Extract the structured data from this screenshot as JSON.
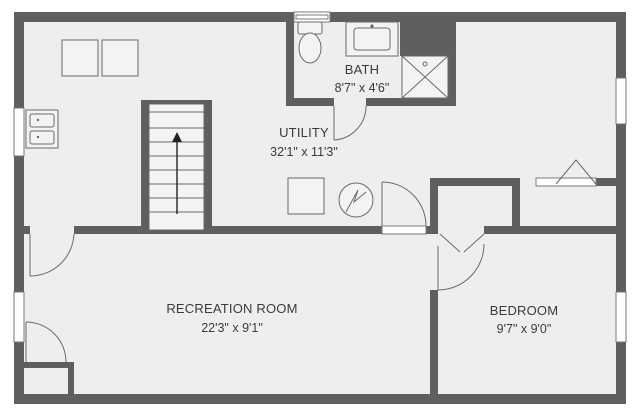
{
  "rooms": {
    "bath": {
      "label": "BATH",
      "dims": "8'7\" x 4'6\""
    },
    "utility": {
      "label": "UTILITY",
      "dims": "32'1\" x 11'3\""
    },
    "recreation": {
      "label": "RECREATION ROOM",
      "dims": "22'3\" x 9'1\""
    },
    "bedroom": {
      "label": "BEDROOM",
      "dims": "9'7\" x 9'0\""
    }
  },
  "colors": {
    "wall": "#5f5f5f",
    "floor": "#eeeeee",
    "fixture": "#f3f3f3"
  },
  "icons": [
    "toilet-icon",
    "sink-icon",
    "shower-icon",
    "stairs-up-arrow-icon",
    "water-heater-icon",
    "double-sink-icon",
    "door-swing-icon"
  ]
}
